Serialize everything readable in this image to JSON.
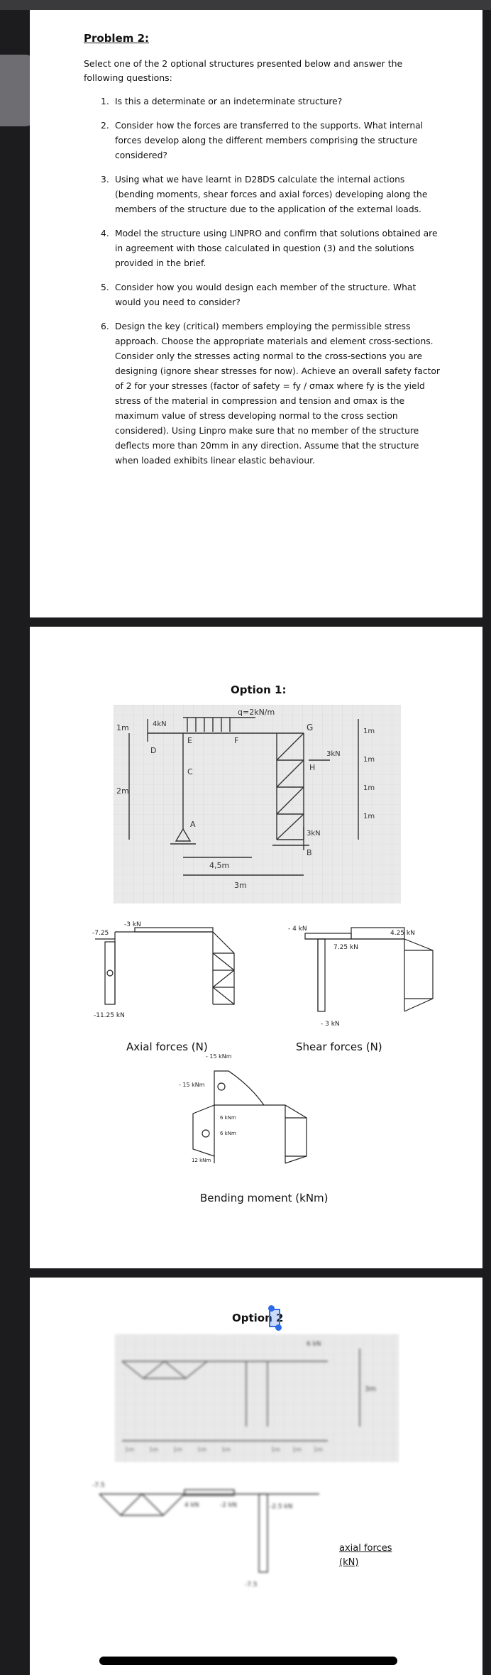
{
  "problem": {
    "title": "Problem 2:",
    "intro": "Select one of the 2 optional structures presented below and answer the following questions:",
    "questions": [
      {
        "num": "1.",
        "text": "Is this a determinate or an indeterminate structure?"
      },
      {
        "num": "2.",
        "text": "Consider how the forces are transferred to the supports. What internal forces develop along the different members comprising the structure considered?"
      },
      {
        "num": "3.",
        "text": "Using what we have learnt in D28DS calculate the internal actions (bending moments, shear forces and axial forces) developing along the members of the structure due to the application of the external loads."
      },
      {
        "num": "4.",
        "text": "Model the structure using LINPRO and confirm that solutions obtained are in agreement with those calculated in question (3) and the solutions provided in the brief."
      },
      {
        "num": "5.",
        "text": "Consider how you would design each member of the structure. What would you need to consider?"
      },
      {
        "num": "6.",
        "text": "Design the key (critical) members employing the permissible stress approach. Choose the appropriate materials and element cross-sections. Consider only the stresses acting normal to the cross-sections you are designing (ignore shear stresses for now). Achieve an overall safety factor of 2 for your stresses (factor of safety = fy / σmax where fy is the yield stress of the material in compression and tension and σmax is the maximum value of stress developing normal to the cross section considered). Using Linpro make sure that no member of the structure deflects more than 20mm in any direction. Assume that the structure when loaded exhibits linear elastic behaviour."
      }
    ]
  },
  "option1": {
    "title": "Option 1:",
    "sketch": {
      "load": "q=2kN/m",
      "node_E": "E",
      "node_F": "F",
      "node_G": "G",
      "node_C": "C",
      "node_D": "D",
      "node_A": "A",
      "node_B": "B",
      "node_H": "H",
      "force_4kN": "4kN",
      "force_3kN_h": "3kN",
      "force_3kN_v": "3kN",
      "dim_1m_left": "1m",
      "dim_2m_left": "2m",
      "dim_4_5m": "4,5m",
      "dim_3m": "3m",
      "dim_right": [
        "1m",
        "1m",
        "1m",
        "1m"
      ]
    },
    "axial": {
      "caption": "Axial forces (N)",
      "top_value": "-3 kN",
      "left_value": "-7.25",
      "bottom_value": "-11.25 kN"
    },
    "shear": {
      "caption": "Shear forces (N)",
      "left_value": "- 4 kN",
      "mid_value": "7.25 kN",
      "right_value": "4.25 kN",
      "bottom_value": "- 3 kN"
    },
    "bending": {
      "caption": "Bending moment (kNm)",
      "top_value": "- 15 kNm",
      "left_value": "- 15 kNm",
      "v1": "6 kNm",
      "v2": "6 kNm",
      "v3": "12 kNm"
    }
  },
  "option2": {
    "title": "Option 2",
    "axial_caption_line1": "axial forces",
    "axial_caption_line2": "(kN)",
    "sketch": {
      "height": "3m",
      "load": "6 kN",
      "dim_labels": [
        "1m",
        "1m",
        "1m",
        "1m",
        "1m",
        "1m",
        "1m",
        "1m"
      ]
    },
    "axial_values": [
      "-7.5",
      "-2.5 kN",
      "4 kN",
      "-2 kN",
      "-7.5"
    ]
  },
  "colors": {
    "background": "#1c1c1e",
    "page": "#ffffff",
    "selection": "#2e6be6"
  }
}
